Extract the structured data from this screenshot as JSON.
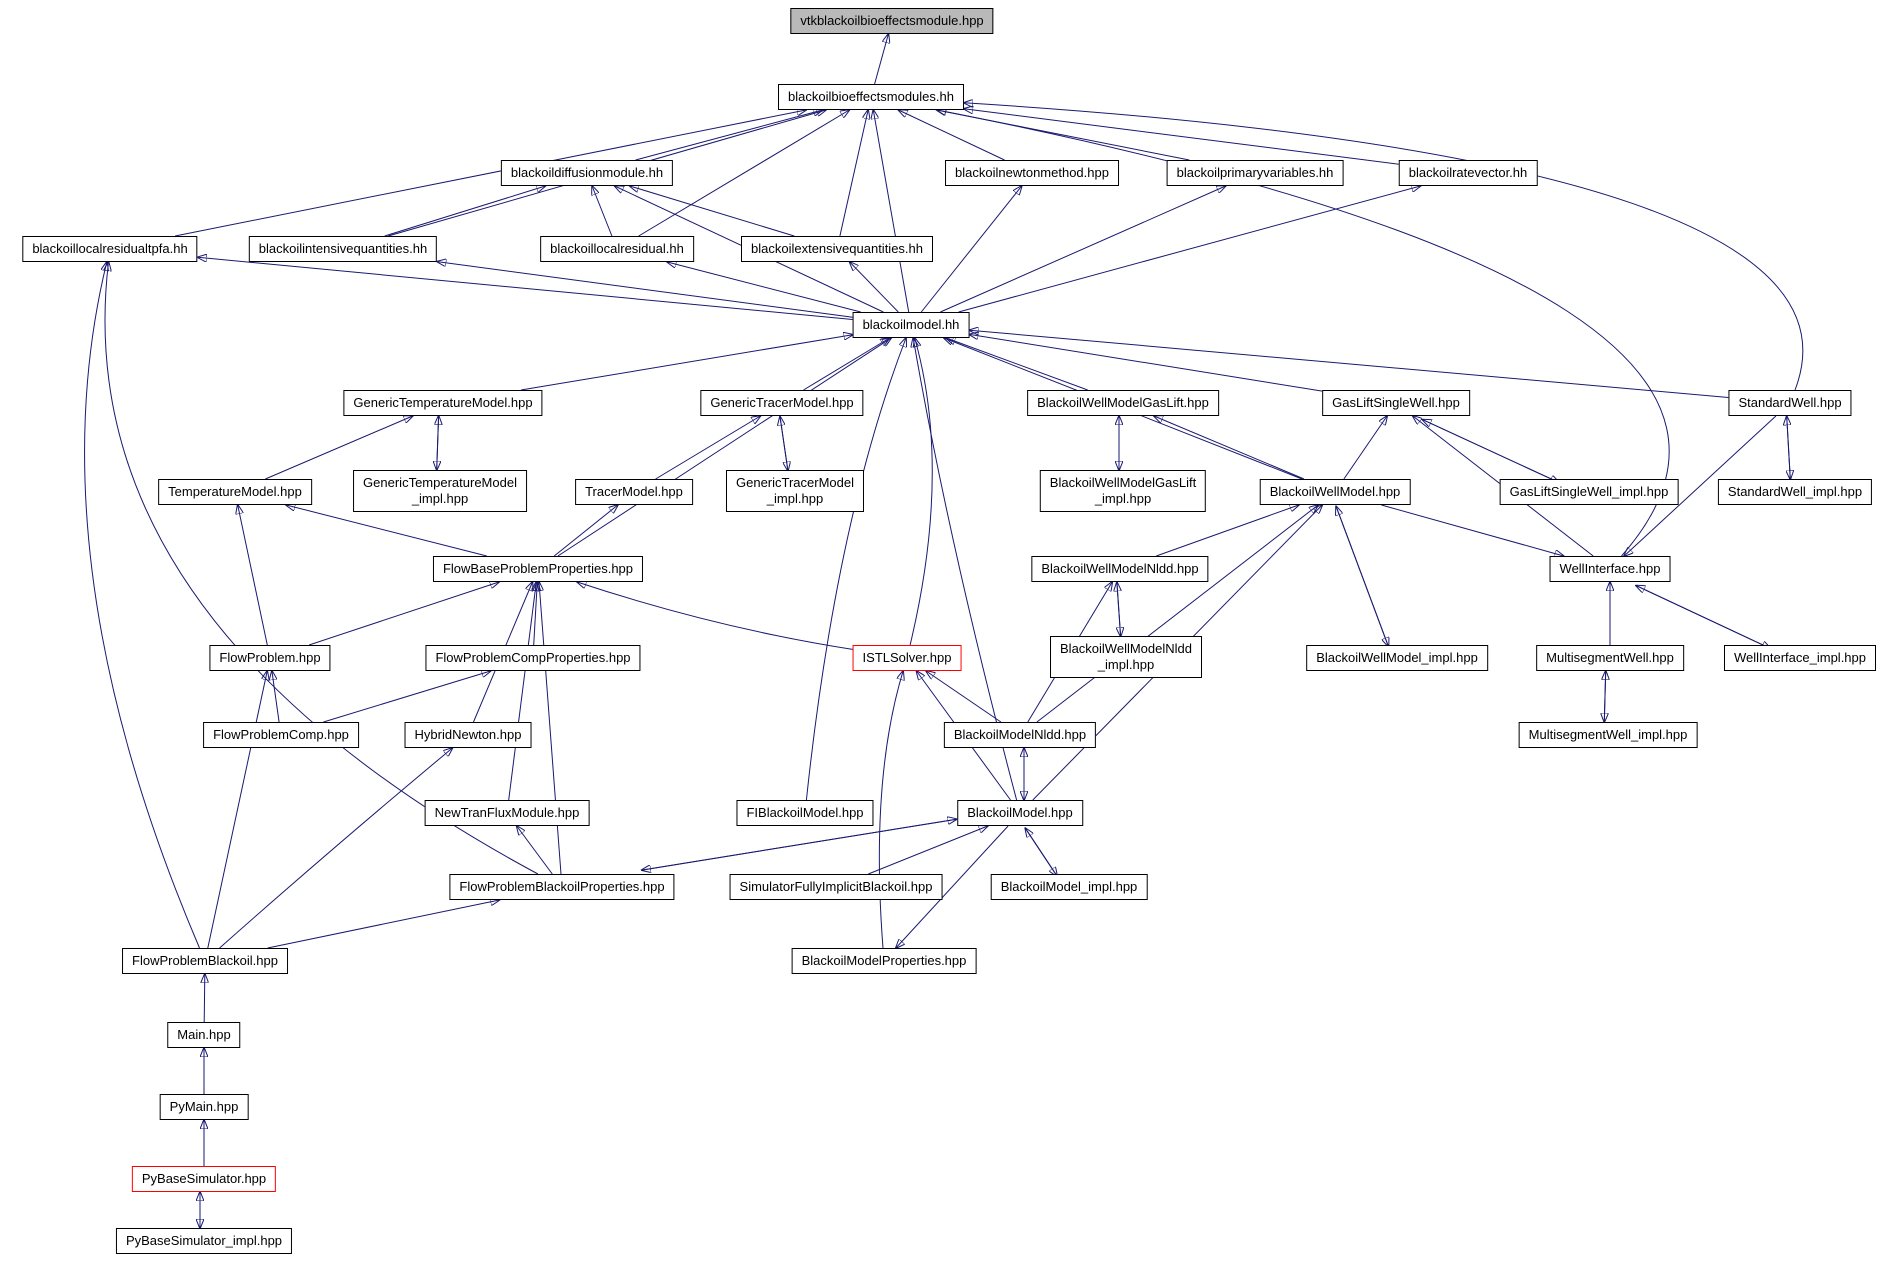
{
  "nodes": {
    "vtk": {
      "label": "vtkblackoilbioeffectsmodule.hpp"
    },
    "bioeffects": {
      "label": "blackoilbioeffectsmodules.hh"
    },
    "diffusion": {
      "label": "blackoildiffusionmodule.hh"
    },
    "newton": {
      "label": "blackoilnewtonmethod.hpp"
    },
    "primaryvars": {
      "label": "blackoilprimaryvariables.hh"
    },
    "ratevector": {
      "label": "blackoilratevector.hh"
    },
    "tpfa": {
      "label": "blackoillocalresidualtpfa.hh"
    },
    "intensive": {
      "label": "blackoilintensivequantities.hh"
    },
    "localresidual": {
      "label": "blackoillocalresidual.hh"
    },
    "extensive": {
      "label": "blackoilextensivequantities.hh"
    },
    "model": {
      "label": "blackoilmodel.hh"
    },
    "gentemp": {
      "label": "GenericTemperatureModel.hpp"
    },
    "gentracer": {
      "label": "GenericTracerModel.hpp"
    },
    "bwmgaslift": {
      "label": "BlackoilWellModelGasLift.hpp"
    },
    "gasliftsw": {
      "label": "GasLiftSingleWell.hpp"
    },
    "standardwell": {
      "label": "StandardWell.hpp"
    },
    "tempmodel": {
      "label": "TemperatureModel.hpp"
    },
    "gentemp_impl": {
      "label": "GenericTemperatureModel\n_impl.hpp"
    },
    "tracermodel": {
      "label": "TracerModel.hpp"
    },
    "gentracer_impl": {
      "label": "GenericTracerModel\n_impl.hpp"
    },
    "bwmgaslift_impl": {
      "label": "BlackoilWellModelGasLift\n_impl.hpp"
    },
    "bwm": {
      "label": "BlackoilWellModel.hpp"
    },
    "gasliftsw_impl": {
      "label": "GasLiftSingleWell_impl.hpp"
    },
    "standardwell_impl": {
      "label": "StandardWell_impl.hpp"
    },
    "flowbaseprops": {
      "label": "FlowBaseProblemProperties.hpp"
    },
    "bwmnldd": {
      "label": "BlackoilWellModelNldd.hpp"
    },
    "wellinterface": {
      "label": "WellInterface.hpp"
    },
    "flowproblem": {
      "label": "FlowProblem.hpp"
    },
    "flowprobcompprops": {
      "label": "FlowProblemCompProperties.hpp"
    },
    "istl": {
      "label": "ISTLSolver.hpp"
    },
    "bwmnldd_impl": {
      "label": "BlackoilWellModelNldd\n_impl.hpp"
    },
    "bwm_impl": {
      "label": "BlackoilWellModel_impl.hpp"
    },
    "msw": {
      "label": "MultisegmentWell.hpp"
    },
    "wellinterface_impl": {
      "label": "WellInterface_impl.hpp"
    },
    "flowprobcomp": {
      "label": "FlowProblemComp.hpp"
    },
    "hybridnewton": {
      "label": "HybridNewton.hpp"
    },
    "bmnldd": {
      "label": "BlackoilModelNldd.hpp"
    },
    "msw_impl": {
      "label": "MultisegmentWell_impl.hpp"
    },
    "newtran": {
      "label": "NewTranFluxModule.hpp"
    },
    "fibm": {
      "label": "FIBlackoilModel.hpp"
    },
    "bm": {
      "label": "BlackoilModel.hpp"
    },
    "fpbprops": {
      "label": "FlowProblemBlackoilProperties.hpp"
    },
    "simfib": {
      "label": "SimulatorFullyImplicitBlackoil.hpp"
    },
    "bm_impl": {
      "label": "BlackoilModel_impl.hpp"
    },
    "fpb": {
      "label": "FlowProblemBlackoil.hpp"
    },
    "bmprops": {
      "label": "BlackoilModelProperties.hpp"
    },
    "main": {
      "label": "Main.hpp"
    },
    "pymain": {
      "label": "PyMain.hpp"
    },
    "pybase": {
      "label": "PyBaseSimulator.hpp"
    },
    "pybase_impl": {
      "label": "PyBaseSimulator_impl.hpp"
    }
  },
  "colors": {
    "edge": "#191970",
    "root_fill": "#b9b9b9",
    "alert_border": "#ff0000"
  },
  "edges": [
    {
      "from": "bioeffects",
      "to": "vtk"
    },
    {
      "from": "diffusion",
      "to": "bioeffects"
    },
    {
      "from": "newton",
      "to": "bioeffects"
    },
    {
      "from": "primaryvars",
      "to": "bioeffects"
    },
    {
      "from": "ratevector",
      "to": "bioeffects"
    },
    {
      "from": "tpfa",
      "to": "bioeffects"
    },
    {
      "from": "intensive",
      "to": "bioeffects"
    },
    {
      "from": "localresidual",
      "to": "bioeffects"
    },
    {
      "from": "extensive",
      "to": "bioeffects"
    },
    {
      "from": "model",
      "to": "bioeffects"
    },
    {
      "from": "wellinterface",
      "to": "bioeffects"
    },
    {
      "from": "standardwell",
      "to": "bioeffects"
    },
    {
      "from": "intensive",
      "to": "diffusion"
    },
    {
      "from": "localresidual",
      "to": "diffusion"
    },
    {
      "from": "extensive",
      "to": "diffusion"
    },
    {
      "from": "model",
      "to": "diffusion"
    },
    {
      "from": "model",
      "to": "newton"
    },
    {
      "from": "model",
      "to": "primaryvars"
    },
    {
      "from": "model",
      "to": "ratevector"
    },
    {
      "from": "model",
      "to": "tpfa"
    },
    {
      "from": "model",
      "to": "intensive"
    },
    {
      "from": "model",
      "to": "localresidual"
    },
    {
      "from": "model",
      "to": "extensive"
    },
    {
      "from": "gentemp",
      "to": "model"
    },
    {
      "from": "gentracer",
      "to": "model"
    },
    {
      "from": "bwmgaslift",
      "to": "model"
    },
    {
      "from": "gasliftsw",
      "to": "model"
    },
    {
      "from": "standardwell",
      "to": "model"
    },
    {
      "from": "bwm",
      "to": "model"
    },
    {
      "from": "flowbaseprops",
      "to": "model"
    },
    {
      "from": "fibm",
      "to": "model"
    },
    {
      "from": "bm",
      "to": "model"
    },
    {
      "from": "istl",
      "to": "model"
    },
    {
      "from": "tempmodel",
      "to": "gentemp"
    },
    {
      "from": "gentemp_impl",
      "to": "gentemp"
    },
    {
      "from": "gentemp",
      "to": "gentemp_impl"
    },
    {
      "from": "tracermodel",
      "to": "gentracer"
    },
    {
      "from": "gentracer_impl",
      "to": "gentracer"
    },
    {
      "from": "gentracer",
      "to": "gentracer_impl"
    },
    {
      "from": "flowbaseprops",
      "to": "tempmodel"
    },
    {
      "from": "flowbaseprops",
      "to": "tracermodel"
    },
    {
      "from": "flowproblem",
      "to": "tempmodel"
    },
    {
      "from": "bwmgaslift_impl",
      "to": "bwmgaslift"
    },
    {
      "from": "bwmgaslift",
      "to": "bwmgaslift_impl"
    },
    {
      "from": "bwm",
      "to": "bwmgaslift"
    },
    {
      "from": "gasliftsw_impl",
      "to": "gasliftsw"
    },
    {
      "from": "gasliftsw",
      "to": "gasliftsw_impl"
    },
    {
      "from": "bwm",
      "to": "gasliftsw"
    },
    {
      "from": "wellinterface",
      "to": "gasliftsw"
    },
    {
      "from": "standardwell_impl",
      "to": "standardwell"
    },
    {
      "from": "standardwell",
      "to": "standardwell_impl"
    },
    {
      "from": "standardwell",
      "to": "wellinterface"
    },
    {
      "from": "bwm",
      "to": "wellinterface"
    },
    {
      "from": "wellinterface_impl",
      "to": "wellinterface"
    },
    {
      "from": "wellinterface",
      "to": "wellinterface_impl"
    },
    {
      "from": "msw",
      "to": "wellinterface"
    },
    {
      "from": "msw_impl",
      "to": "msw"
    },
    {
      "from": "msw",
      "to": "msw_impl"
    },
    {
      "from": "bwm_impl",
      "to": "bwm"
    },
    {
      "from": "bwm",
      "to": "bwm_impl"
    },
    {
      "from": "bwmnldd",
      "to": "bwm"
    },
    {
      "from": "bwmnldd_impl",
      "to": "bwmnldd"
    },
    {
      "from": "bwmnldd",
      "to": "bwmnldd_impl"
    },
    {
      "from": "bm",
      "to": "bwm"
    },
    {
      "from": "bmnldd",
      "to": "bwmnldd"
    },
    {
      "from": "bmnldd",
      "to": "bwm"
    },
    {
      "from": "flowproblem",
      "to": "flowbaseprops"
    },
    {
      "from": "flowprobcompprops",
      "to": "flowbaseprops"
    },
    {
      "from": "hybridnewton",
      "to": "flowbaseprops"
    },
    {
      "from": "istl",
      "to": "flowbaseprops"
    },
    {
      "from": "fpbprops",
      "to": "flowbaseprops"
    },
    {
      "from": "newtran",
      "to": "flowbaseprops"
    },
    {
      "from": "flowprobcomp",
      "to": "flowproblem"
    },
    {
      "from": "fpb",
      "to": "flowproblem"
    },
    {
      "from": "flowprobcomp",
      "to": "flowprobcompprops"
    },
    {
      "from": "fpb",
      "to": "hybridnewton"
    },
    {
      "from": "fpbprops",
      "to": "newtran"
    },
    {
      "from": "fpb",
      "to": "tpfa"
    },
    {
      "from": "fpbprops",
      "to": "tpfa"
    },
    {
      "from": "bmnldd",
      "to": "istl"
    },
    {
      "from": "bm",
      "to": "istl"
    },
    {
      "from": "bmnldd",
      "to": "bm"
    },
    {
      "from": "bm",
      "to": "bmnldd"
    },
    {
      "from": "bm_impl",
      "to": "bm"
    },
    {
      "from": "bm",
      "to": "bm_impl"
    },
    {
      "from": "simfib",
      "to": "bm"
    },
    {
      "from": "fpbprops",
      "to": "bm"
    },
    {
      "from": "bm",
      "to": "fpbprops"
    },
    {
      "from": "bm",
      "to": "bmprops"
    },
    {
      "from": "bmprops",
      "to": "istl"
    },
    {
      "from": "fpb",
      "to": "fpbprops"
    },
    {
      "from": "main",
      "to": "fpb"
    },
    {
      "from": "pymain",
      "to": "main"
    },
    {
      "from": "pybase",
      "to": "pymain"
    },
    {
      "from": "pybase_impl",
      "to": "pybase"
    },
    {
      "from": "pybase",
      "to": "pybase_impl"
    }
  ]
}
